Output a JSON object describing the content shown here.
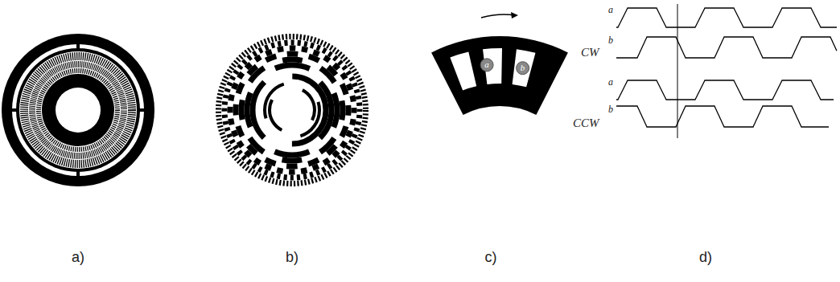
{
  "diagram": {
    "labels": [
      "a",
      "b",
      "a",
      "CW",
      "b",
      "a",
      "CCW",
      "b",
      "a)",
      "b)",
      "c)",
      "d)"
    ]
  }
}
